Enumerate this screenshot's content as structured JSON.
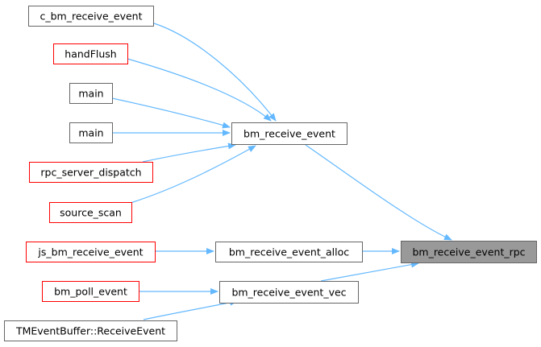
{
  "colors": {
    "edge": "#63b8ff",
    "node_border_normal": "#666666",
    "node_border_red": "#ff0000",
    "node_fill": "#ffffff",
    "node_fill_highlight": "#999999",
    "node_border_highlight": "#666666"
  },
  "nodes": [
    {
      "id": "c_bm_receive_event",
      "label": "c_bm_receive_event",
      "style": "normal"
    },
    {
      "id": "handFlush",
      "label": "handFlush",
      "style": "red"
    },
    {
      "id": "main1",
      "label": "main",
      "style": "normal"
    },
    {
      "id": "main2",
      "label": "main",
      "style": "normal"
    },
    {
      "id": "rpc_server_dispatch",
      "label": "rpc_server_dispatch",
      "style": "red"
    },
    {
      "id": "source_scan",
      "label": "source_scan",
      "style": "red"
    },
    {
      "id": "js_bm_receive_event",
      "label": "js_bm_receive_event",
      "style": "red"
    },
    {
      "id": "bm_poll_event",
      "label": "bm_poll_event",
      "style": "red"
    },
    {
      "id": "TMEventBuffer_ReceiveEvent",
      "label": "TMEventBuffer::ReceiveEvent",
      "style": "normal"
    },
    {
      "id": "bm_receive_event",
      "label": "bm_receive_event",
      "style": "normal"
    },
    {
      "id": "bm_receive_event_alloc",
      "label": "bm_receive_event_alloc",
      "style": "normal"
    },
    {
      "id": "bm_receive_event_vec",
      "label": "bm_receive_event_vec",
      "style": "normal"
    },
    {
      "id": "bm_receive_event_rpc",
      "label": "bm_receive_event_rpc",
      "style": "highlight"
    }
  ],
  "edges": [
    {
      "from": "c_bm_receive_event",
      "to": "bm_receive_event"
    },
    {
      "from": "handFlush",
      "to": "bm_receive_event"
    },
    {
      "from": "main1",
      "to": "bm_receive_event"
    },
    {
      "from": "main2",
      "to": "bm_receive_event"
    },
    {
      "from": "rpc_server_dispatch",
      "to": "bm_receive_event"
    },
    {
      "from": "source_scan",
      "to": "bm_receive_event"
    },
    {
      "from": "bm_receive_event",
      "to": "bm_receive_event_rpc"
    },
    {
      "from": "js_bm_receive_event",
      "to": "bm_receive_event_alloc"
    },
    {
      "from": "bm_receive_event_alloc",
      "to": "bm_receive_event_rpc"
    },
    {
      "from": "bm_poll_event",
      "to": "bm_receive_event_vec"
    },
    {
      "from": "TMEventBuffer_ReceiveEvent",
      "to": "bm_receive_event_vec"
    },
    {
      "from": "bm_receive_event_vec",
      "to": "bm_receive_event_rpc"
    }
  ]
}
